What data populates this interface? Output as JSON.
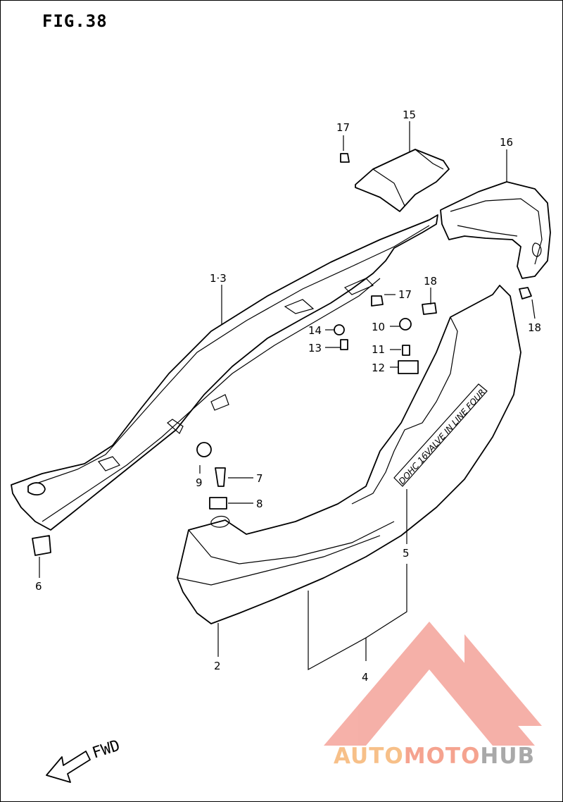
{
  "figure": {
    "title": "FIG.38"
  },
  "callouts": {
    "p1_3": "1·3",
    "p2": "2",
    "p4": "4",
    "p5": "5",
    "p6": "6",
    "p7": "7",
    "p8": "8",
    "p9": "9",
    "p10": "10",
    "p11": "11",
    "p12": "12",
    "p13": "13",
    "p14": "14",
    "p15": "15",
    "p16": "16",
    "p17a": "17",
    "p17b": "17",
    "p18a": "18",
    "p18b": "18"
  },
  "decal_text": "DOHC 16VALVE IN LINE FOUR",
  "direction": {
    "label": "FWD"
  },
  "watermark": {
    "part1": "AUTO",
    "part2": "MOTO",
    "part3": "HUB",
    "colors": {
      "auto": "#f7c089",
      "moto": "#f5a38f",
      "hub": "#a9a9a9",
      "logo": "#f4a39a"
    }
  }
}
